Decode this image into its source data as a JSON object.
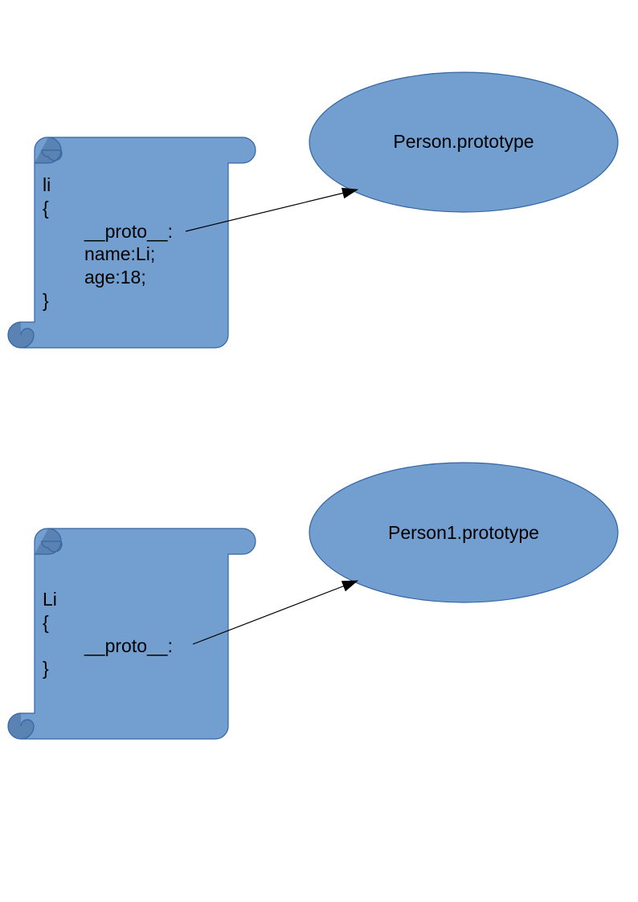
{
  "colors": {
    "shape_fill": "#729fcf",
    "shape_stroke": "#3465a4",
    "arrow": "#000000",
    "text": "#000000"
  },
  "diagram1": {
    "scroll": {
      "lines": [
        "li",
        "{",
        "__proto__:",
        "name:Li;",
        "age:18;",
        "}"
      ]
    },
    "ellipse": {
      "label": "Person.prototype"
    }
  },
  "diagram2": {
    "scroll": {
      "lines": [
        "Li",
        "{",
        "__proto__:",
        "}"
      ]
    },
    "ellipse": {
      "label": "Person1.prototype"
    }
  }
}
